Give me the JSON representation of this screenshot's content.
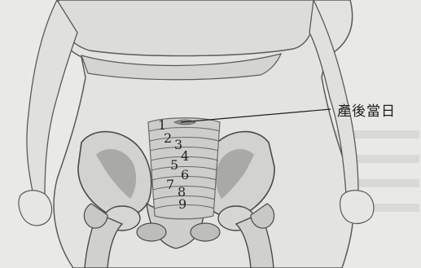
{
  "callout": {
    "label": "產後當日"
  },
  "fundus_steps": [
    "1",
    "2",
    "3",
    "4",
    "5",
    "6",
    "7",
    "8",
    "9"
  ],
  "colors": {
    "background": "#e9e9e7",
    "outline": "#5a5a5a",
    "bone": "#d2d2d0",
    "shade": "#9a9a98"
  }
}
